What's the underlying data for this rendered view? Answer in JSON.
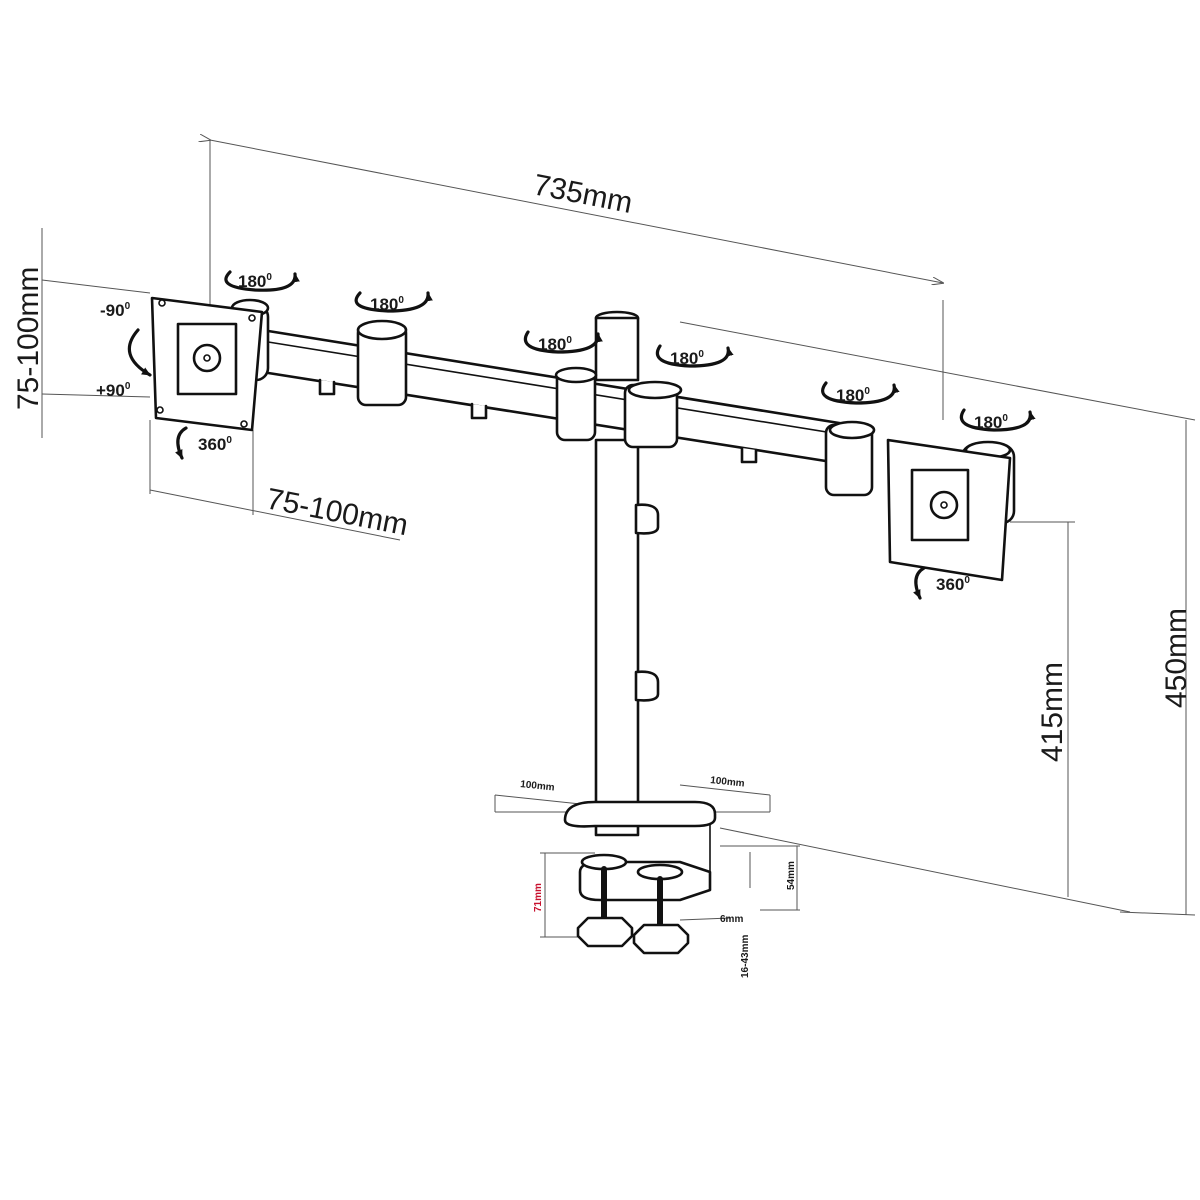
{
  "dimensions": {
    "arm_span": "735mm",
    "vesa_height": "75-100mm",
    "vesa_width": "75-100mm",
    "pole_height": "450mm",
    "arm_height": "415mm",
    "base_left": "100mm",
    "base_right": "100mm",
    "clamp_height": "71mm",
    "clamp_depth": "54mm",
    "clamp_plate": "6mm",
    "desk_thickness": "16-43mm"
  },
  "rotations": {
    "swivel": "180",
    "tilt_up": "-90",
    "tilt_down": "+90",
    "rotate": "360",
    "degree_mark": "0"
  },
  "colors": {
    "line": "#111111",
    "dimension": "#555555",
    "accent": "#c8102e"
  }
}
